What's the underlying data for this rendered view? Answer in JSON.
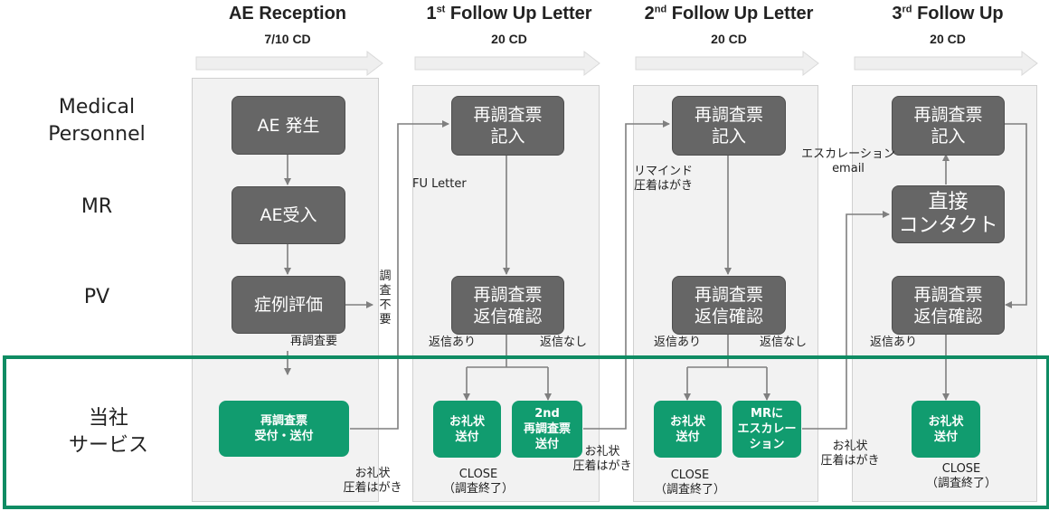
{
  "columns": [
    {
      "title": "AE Reception",
      "title_sup": "",
      "title_rest": "",
      "subtitle": "7/10 CD"
    },
    {
      "title": "1",
      "title_sup": "st",
      "title_rest": " Follow Up Letter",
      "subtitle": "20 CD"
    },
    {
      "title": "2",
      "title_sup": "nd",
      "title_rest": " Follow Up Letter",
      "subtitle": "20 CD"
    },
    {
      "title": "3",
      "title_sup": "rd",
      "title_rest": " Follow Up",
      "subtitle": "20 CD"
    }
  ],
  "rows": {
    "medical_1": "Medical",
    "medical_2": "Personnel",
    "mr": "MR",
    "pv": "PV",
    "company_1": "当社",
    "company_2": "サービス"
  },
  "boxes": {
    "ae_occur": "AE 発生",
    "ae_receive": "AE受入",
    "case_eval": "症例評価",
    "c1_fill_1": "再調査票",
    "c1_fill_2": "記入",
    "c1_check_1": "再調査票",
    "c1_check_2": "返信確認",
    "c2_fill_1": "再調査票",
    "c2_fill_2": "記入",
    "c2_check_1": "再調査票",
    "c2_check_2": "返信確認",
    "c3_fill_1": "再調査票",
    "c3_fill_2": "記入",
    "c3_contact_1": "直接",
    "c3_contact_2": "コンタクト",
    "c3_check_1": "再調査票",
    "c3_check_2": "返信確認"
  },
  "green": {
    "g0_1": "再調査票",
    "g0_2": "受付・送付",
    "g1a_1": "お礼状",
    "g1a_2": "送付",
    "g1b_1": "2nd",
    "g1b_2": "再調査票",
    "g1b_3": "送付",
    "g2a_1": "お礼状",
    "g2a_2": "送付",
    "g2b_1": "MRに",
    "g2b_2": "エスカレー",
    "g2b_3": "ション",
    "g3_1": "お礼状",
    "g3_2": "送付"
  },
  "labels": {
    "no_survey": [
      "調",
      "査",
      "不",
      "要"
    ],
    "resurvey_needed": "再調査要",
    "fu_letter": "FU Letter",
    "reminder_1": "リマインド",
    "reminder_2": "圧着はがき",
    "escalation_1": "エスカレーション",
    "escalation_2": "email",
    "c1_reply_yes": "返信あり",
    "c1_reply_no": "返信なし",
    "c2_reply_yes": "返信あり",
    "c2_reply_no": "返信なし",
    "c3_reply_yes": "返信あり",
    "thanks0_1": "お礼状",
    "thanks0_2": "圧着はがき",
    "thanks1_1": "お礼状",
    "thanks1_2": "圧着はがき",
    "thanks2_1": "お礼状",
    "thanks2_2": "圧着はがき",
    "close1_1": "CLOSE",
    "close1_2": "（調査終了）",
    "close2_1": "CLOSE",
    "close2_2": "（調査終了）",
    "close3_1": "CLOSE",
    "close3_2": "（調査終了）"
  },
  "colors": {
    "gray_box": "#666666",
    "green_box": "#119c6f",
    "frame": "#0f8c63",
    "column_bg": "#f2f2f2",
    "arrow": "#7f7f7f"
  }
}
